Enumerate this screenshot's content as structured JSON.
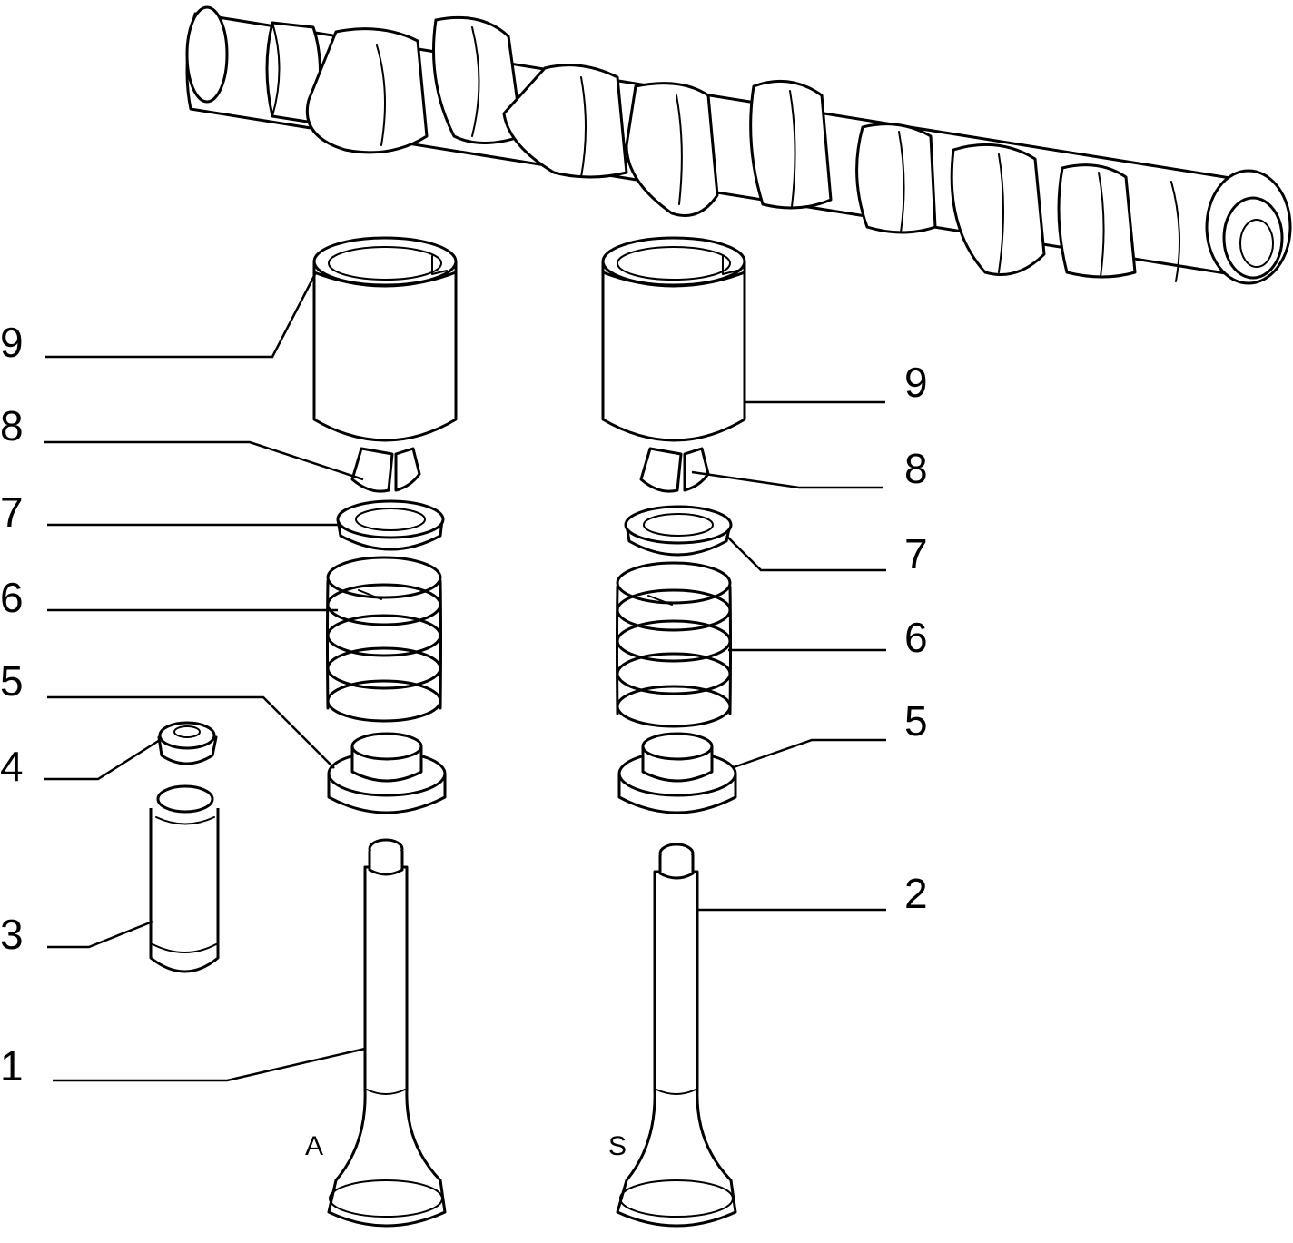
{
  "callouts": {
    "left": {
      "c9": "9",
      "c8": "8",
      "c7": "7",
      "c6": "6",
      "c5": "5",
      "c4": "4",
      "c3": "3",
      "c1": "1"
    },
    "right": {
      "c9": "9",
      "c8": "8",
      "c7": "7",
      "c6": "6",
      "c5": "5",
      "c2": "2"
    }
  },
  "valve_labels": {
    "intake": "A",
    "exhaust": "S"
  }
}
